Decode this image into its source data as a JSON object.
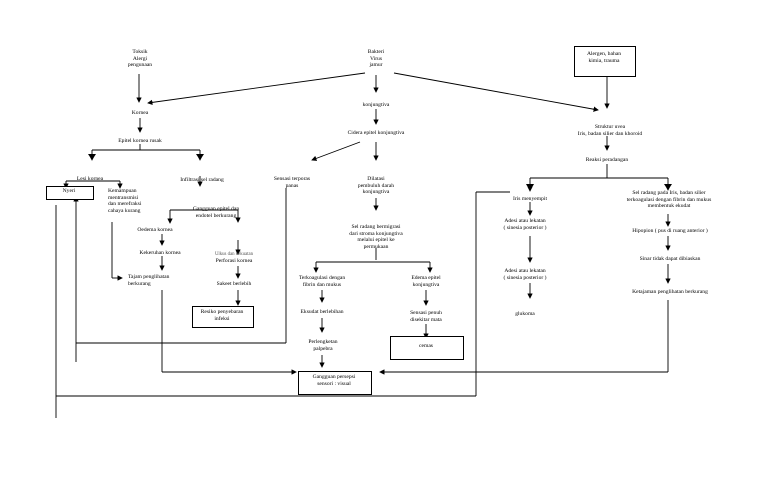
{
  "nodes": {
    "toksik": "Toksik\nAlergi\npengunaan",
    "bakteri": "Bakteri\nVirus\njamur",
    "alergen": "Alergen, bahan\nkimia, trauma",
    "kornea": "Kornea",
    "konjungtiva": "konjungtiva",
    "epitel_kornea": "Epitel kornea rusak",
    "cidera_epitel": "Cidera epitel konjungtiva",
    "struktur_uvea": "Struktur uvea\nIris, badan silier dan khoroid",
    "reaksi_peradangan": "Reaksi peradangan",
    "lesi": "Lesi kornea",
    "nyeri": "Nyeri",
    "kemampuan": "Kemampuan\nmentransmisi\ndan merefraksi\ncahaya kurang",
    "infiltrasi": "Infiltrasi sel radang",
    "sensasi_panas": "Sensasi terporas\npanas",
    "dilatasi": "Dilatasi\npembuluh darah\nkonjungtiva",
    "iris": "Iris menyempit",
    "sel_radang_iris": "Sel radang pada Iris, badan silier\nterkoagulasi dengan fibrin dan mukus\nmembentuk ekudat",
    "gangguan_epitel": "Gangguan epitel dan\nendotel berkurang",
    "oedema": "Oedema kornea",
    "kekeruhan": "Kekeruhan kornea",
    "ulkus": "Ulkus dan kekuatan",
    "perforasi": "Perforasi kornea",
    "sakeet": "Sakeet berlebih",
    "tajam": "Tajam penglihatan\nberkurang",
    "resiko": "Resiko penyebaran\ninfeksi",
    "sel_radang_stroma": "Sel radang bermigrasi\ndari stroma konjungtiva\nmelalui epitel ke\npermukaan",
    "terkoagulasi": "Terkoagulasi dengan\nfibrin dan mukus",
    "edema_epitel": "Edema epitel\nkonjungtiva",
    "eksudat": "Eksudat berlebihan",
    "sensasi_penuh": "Sensasi penuh\ndisekitar mata",
    "perlengketan": "Perlengketan\npalpebra",
    "cemas": "cemas",
    "adesi1": "Adesi atau lekatan\n( sinesia posterior )",
    "adesi2": "Adesi atau lekatan\n( sinesia posterior )",
    "glukoma": "glukoma",
    "hipopion": "Hipopion ( pus di ruang anterior )",
    "sinar": "Sinar tidak dapat dibiaskan",
    "ketajaman": "Ketajaman penglihatan berkurang",
    "gangguan_persepsi": "Gangguan persepsi\nsensori : visual"
  }
}
